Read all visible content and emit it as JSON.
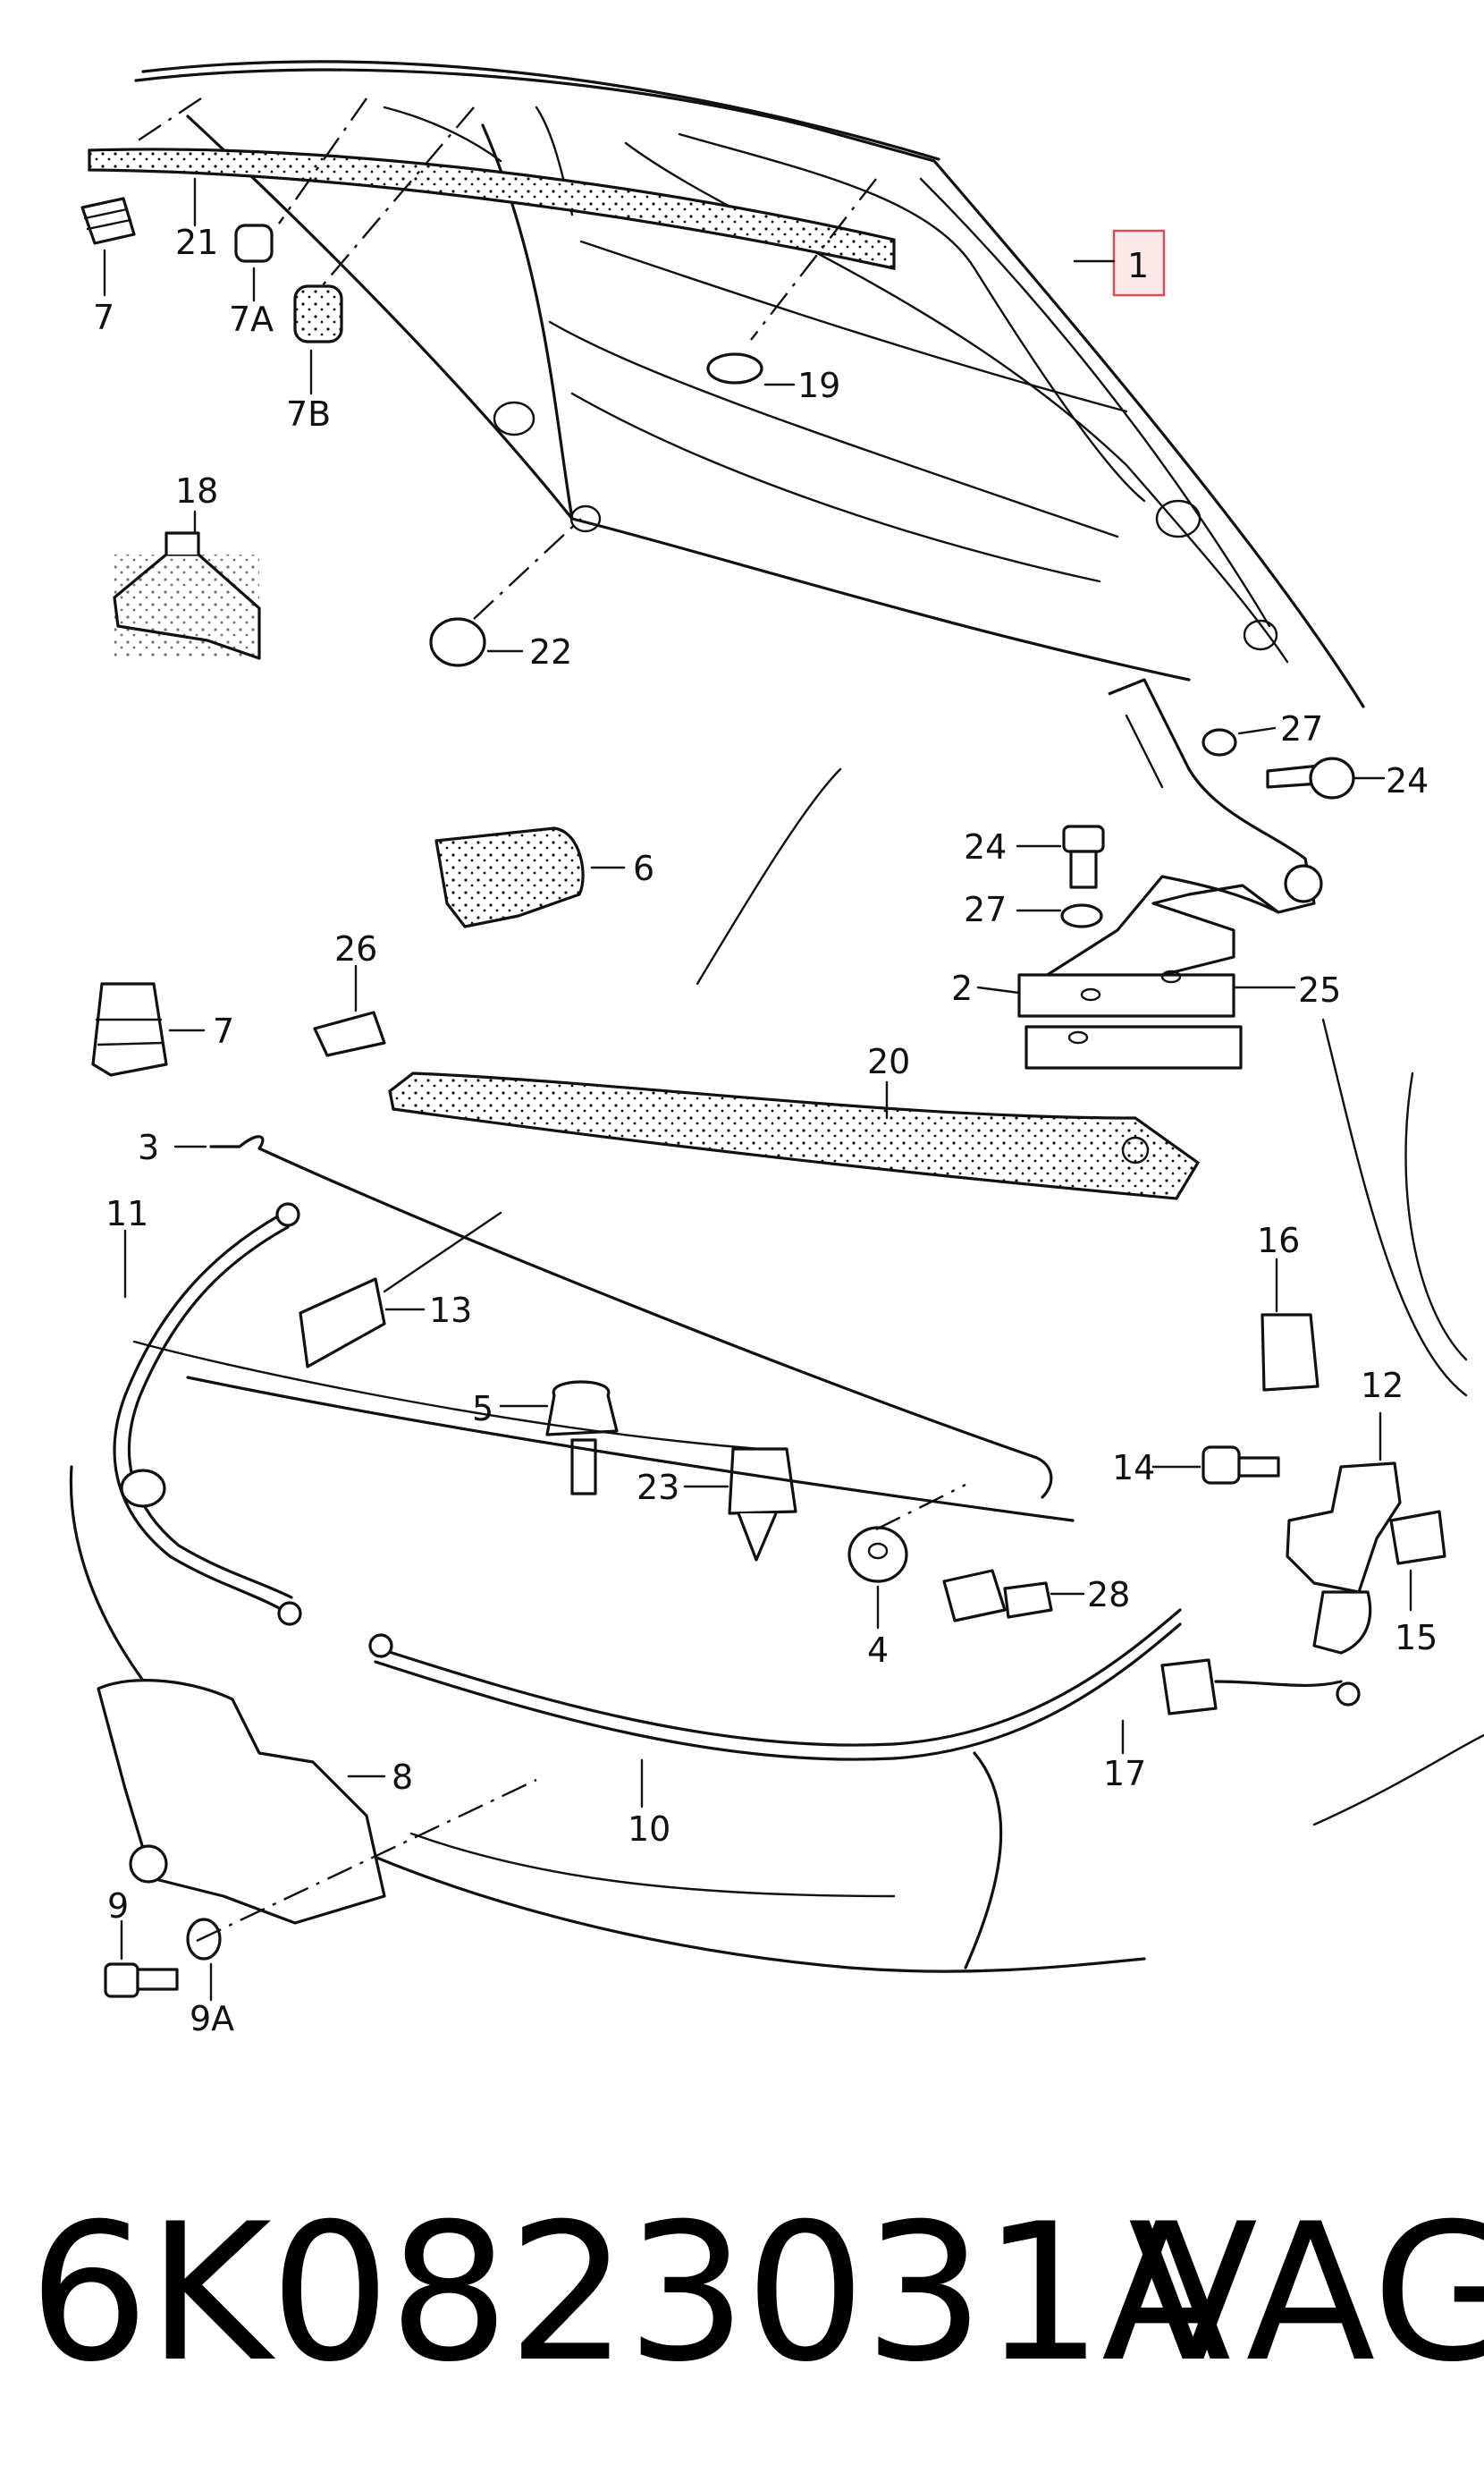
{
  "diagram": {
    "labels": {
      "p1": "1",
      "p2": "2",
      "p3": "3",
      "p4": "4",
      "p5": "5",
      "p6": "6",
      "p7a": "7",
      "p7b": "7",
      "p7A": "7A",
      "p7B": "7B",
      "p8": "8",
      "p9": "9",
      "p9A": "9A",
      "p10": "10",
      "p11": "11",
      "p12": "12",
      "p13": "13",
      "p14": "14",
      "p15": "15",
      "p16": "16",
      "p17": "17",
      "p18": "18",
      "p19": "19",
      "p20": "20",
      "p21": "21",
      "p22": "22",
      "p23": "23",
      "p24a": "24",
      "p24b": "24",
      "p25": "25",
      "p26": "26",
      "p27a": "27",
      "p27b": "27",
      "p28": "28"
    },
    "highlight_color": "#d94a55"
  },
  "footer": {
    "part_number": "6K0823031A",
    "brand": "VAG"
  }
}
